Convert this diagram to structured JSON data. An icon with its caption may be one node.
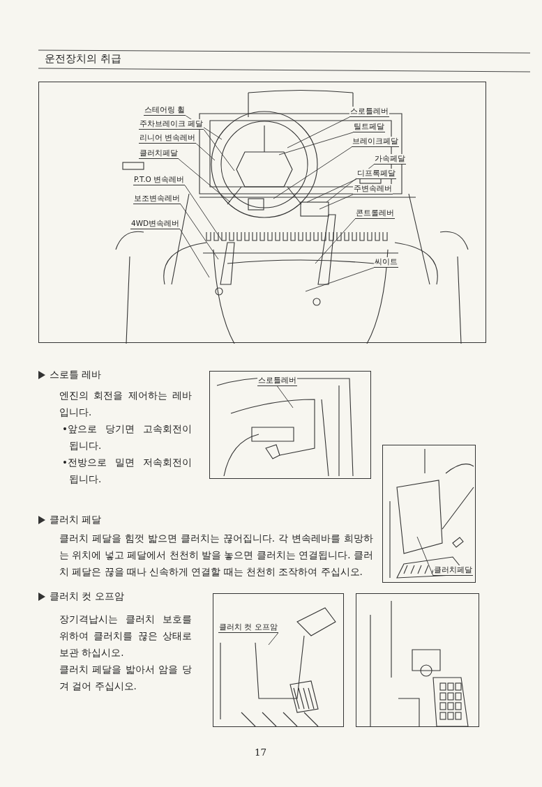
{
  "diagram": {
    "title": "운전장치의 취급",
    "nodes": [
      {
        "text": [],
        "shape": "picture"
      },
      {
        "text": [
          "스테어링 휠"
        ],
        "in": 0
      },
      {
        "text": [
          "주차브레이크 페달"
        ],
        "in": 0
      },
      {
        "text": [
          "리니어 변속레버"
        ],
        "in": 0
      },
      {
        "text": [
          "클러치페달"
        ],
        "in": 0
      },
      {
        "text": [
          "P.T.O 변속레버"
        ],
        "in": 0
      },
      {
        "text": [
          "보조변속레버"
        ],
        "in": 0
      },
      {
        "text": [
          "4WD변속레버"
        ],
        "in": 0
      },
      {
        "text": [
          "스로틀레버"
        ],
        "in": 0
      },
      {
        "text": [
          "틸트페달"
        ],
        "in": 0
      },
      {
        "text": [
          "브레이크페달"
        ],
        "in": 0
      },
      {
        "text": [
          "가속페달"
        ],
        "in": 0
      },
      {
        "text": [
          "디프록페달"
        ],
        "in": 0
      },
      {
        "text": [
          "주변속레버"
        ],
        "in": 0
      },
      {
        "text": [
          "콘트롤레버"
        ],
        "in": 0
      },
      {
        "text": [
          "씨이트"
        ],
        "in": 0
      },
      {
        "text": [],
        "shape": "picture"
      },
      {
        "text": [
          "스로틀레버"
        ],
        "in": 16
      },
      {
        "text": [],
        "shape": "picture"
      },
      {
        "text": [
          "클러치페달"
        ],
        "in": 18
      },
      {
        "text": [],
        "shape": "picture"
      },
      {
        "text": [
          "클러치 컷 오프암"
        ],
        "in": 20
      },
      {
        "text": [],
        "shape": "picture"
      }
    ],
    "edges": [
      {
        "from": 1,
        "to": null,
        "arrow": "none"
      },
      {
        "from": 2,
        "to": null,
        "arrow": "none"
      },
      {
        "from": 3,
        "to": null,
        "arrow": "none"
      },
      {
        "from": 4,
        "to": null,
        "arrow": "none"
      },
      {
        "from": 5,
        "to": null,
        "arrow": "none"
      },
      {
        "from": 6,
        "to": null,
        "arrow": "none"
      },
      {
        "from": 7,
        "to": null,
        "arrow": "none"
      },
      {
        "from": 8,
        "to": null,
        "arrow": "none"
      },
      {
        "from": 9,
        "to": null,
        "arrow": "none"
      },
      {
        "from": 10,
        "to": null,
        "arrow": "none"
      },
      {
        "from": 11,
        "to": null,
        "arrow": "none"
      },
      {
        "from": 12,
        "to": null,
        "arrow": "none"
      },
      {
        "from": 13,
        "to": null,
        "arrow": "none"
      },
      {
        "from": 14,
        "to": null,
        "arrow": "none"
      },
      {
        "from": 15,
        "to": null,
        "arrow": "none"
      },
      {
        "from": 17,
        "to": null,
        "arrow": "none"
      },
      {
        "from": 19,
        "to": null,
        "arrow": "none"
      },
      {
        "from": 21,
        "to": null,
        "arrow": "none"
      }
    ],
    "labels": [
      "스로틀 레바",
      "엔진의 회전을 제어하는 레바 입니다.",
      "•앞으로 당기면 고속회전이 됩니다.",
      "•전방으로 밀면 저속회전이 됩니다.",
      "클러치 페달",
      "클러치 페달을 힘껏 밟으면 클러치는 끊어집니다. 각 변속레바를 희망하는 위치에 넣고 페달에서 천천히 발을 놓으면 클러치는 연결됩니다. 클러치 페달은 끊을 때나 신속하게 연결할 때는 천천히 조작하여 주십시오.",
      "클러치 컷 오프암",
      "장기격납시는 클러치 보호를 위하여 클러치를 끊은 상태로 보관 하십시오.",
      "클러치 페달을 밟아서 암을 당겨 걸어 주십시오.",
      "17"
    ]
  }
}
